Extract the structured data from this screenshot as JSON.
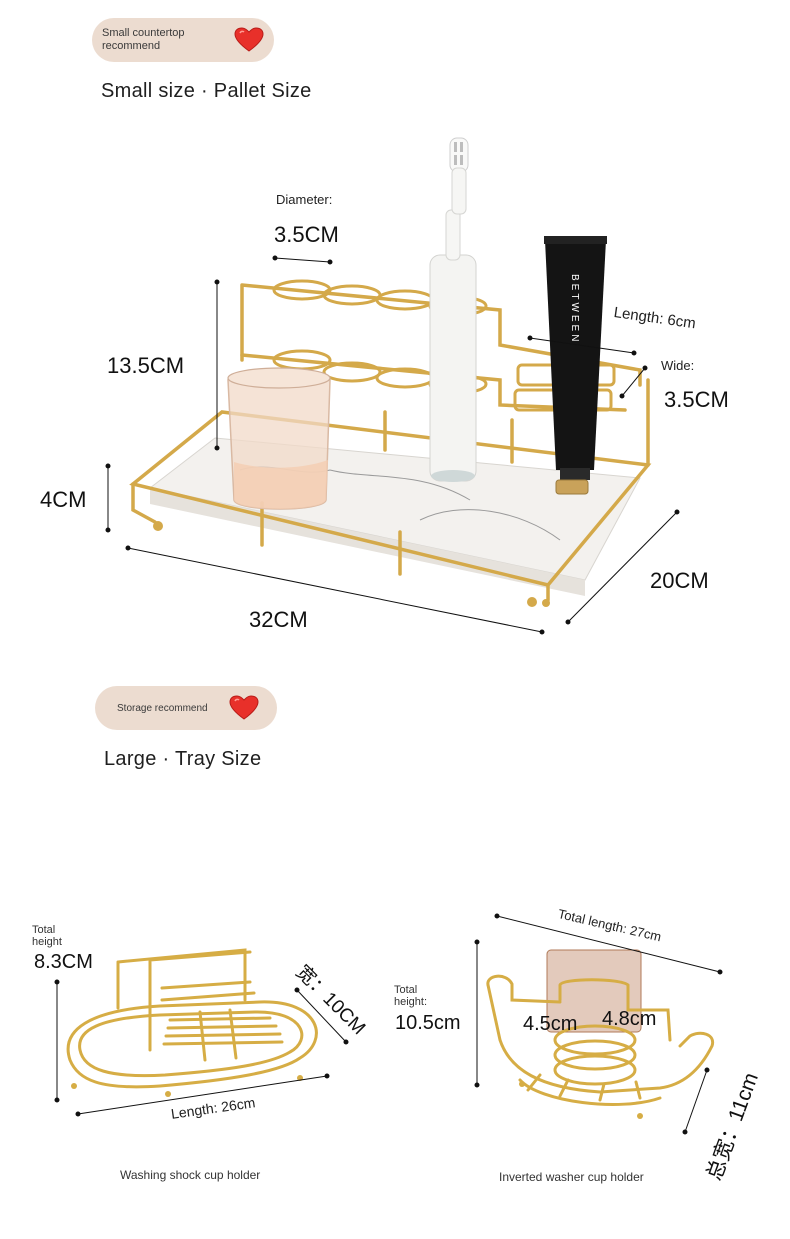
{
  "badges": {
    "top": {
      "line1": "Small countertop",
      "line2": "recommend"
    },
    "middle": {
      "text": "Storage recommend"
    }
  },
  "sections": {
    "small": "Small size · Pallet Size",
    "large": "Large · Tray Size"
  },
  "small_product": {
    "diameter_label": "Diameter:",
    "diameter_value": "3.5CM",
    "height_value": "13.5CM",
    "base_height_value": "4CM",
    "length_value": "32CM",
    "width_value": "20CM",
    "slot_length_label": "Length: 6cm",
    "slot_wide_label": "Wide:",
    "slot_wide_value": "3.5CM",
    "tube_brand": "BETWEEN"
  },
  "left_product": {
    "height_label_line1": "Total",
    "height_label_line2": "height",
    "height_value": "8.3CM",
    "width_value": "宽：10CM",
    "length_label": "Length: 26cm",
    "caption": "Washing shock cup holder"
  },
  "right_product": {
    "total_length_label": "Total length: 27cm",
    "height_label_line1": "Total",
    "height_label_line2": "height:",
    "height_value": "10.5cm",
    "cup_a": "4.5cm",
    "cup_b": "4.8cm",
    "width_value": "总宽：11cm",
    "caption": "Inverted washer cup holder"
  },
  "colors": {
    "pill_bg": "#ecdcd0",
    "heart": "#e8302a",
    "gold": "#d4a94a",
    "marble": "#f3f1ee"
  }
}
